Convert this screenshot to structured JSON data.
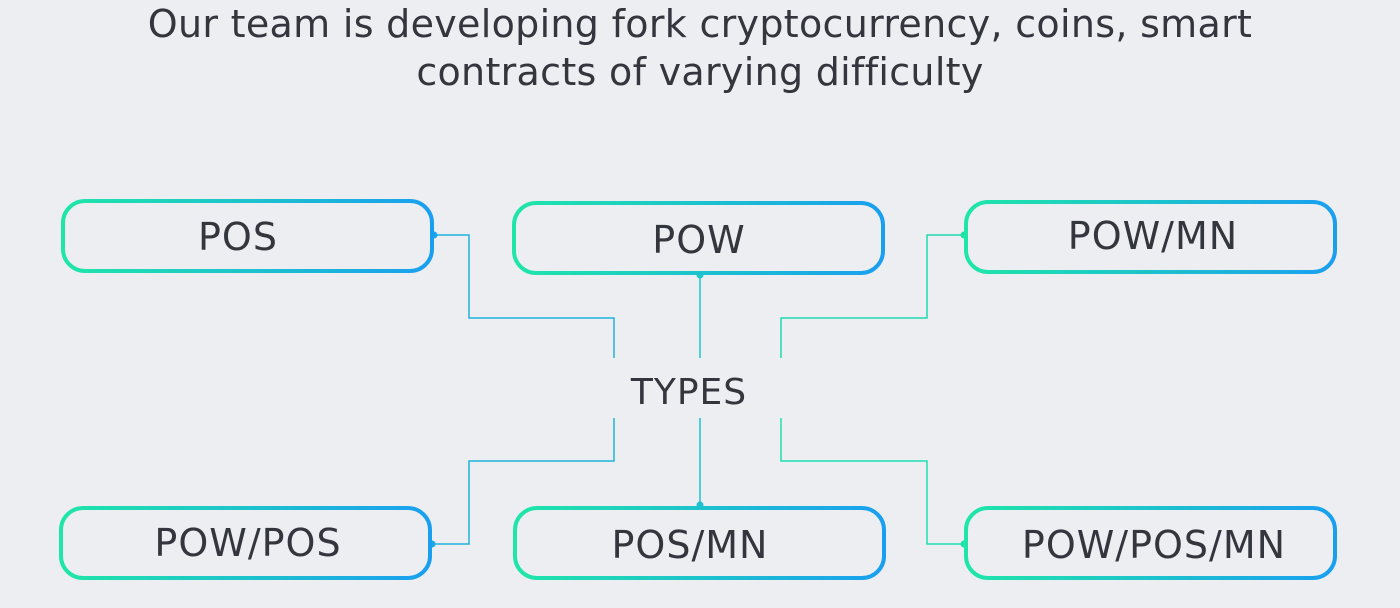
{
  "headline": {
    "line1": "Our team is developing fork cryptocurrency, coins, smart",
    "line2": "contracts of varying difficulty"
  },
  "center": {
    "label": "TYPES"
  },
  "types": [
    {
      "label": "POS"
    },
    {
      "label": "POW"
    },
    {
      "label": "POW/MN"
    },
    {
      "label": "POW/POS"
    },
    {
      "label": "POS/MN"
    },
    {
      "label": "POW/POS/MN"
    }
  ],
  "colors": {
    "background": "#edeef2",
    "gradient_start": "#1fe6a8",
    "gradient_end": "#1a9ff0",
    "text": "#33363d"
  }
}
